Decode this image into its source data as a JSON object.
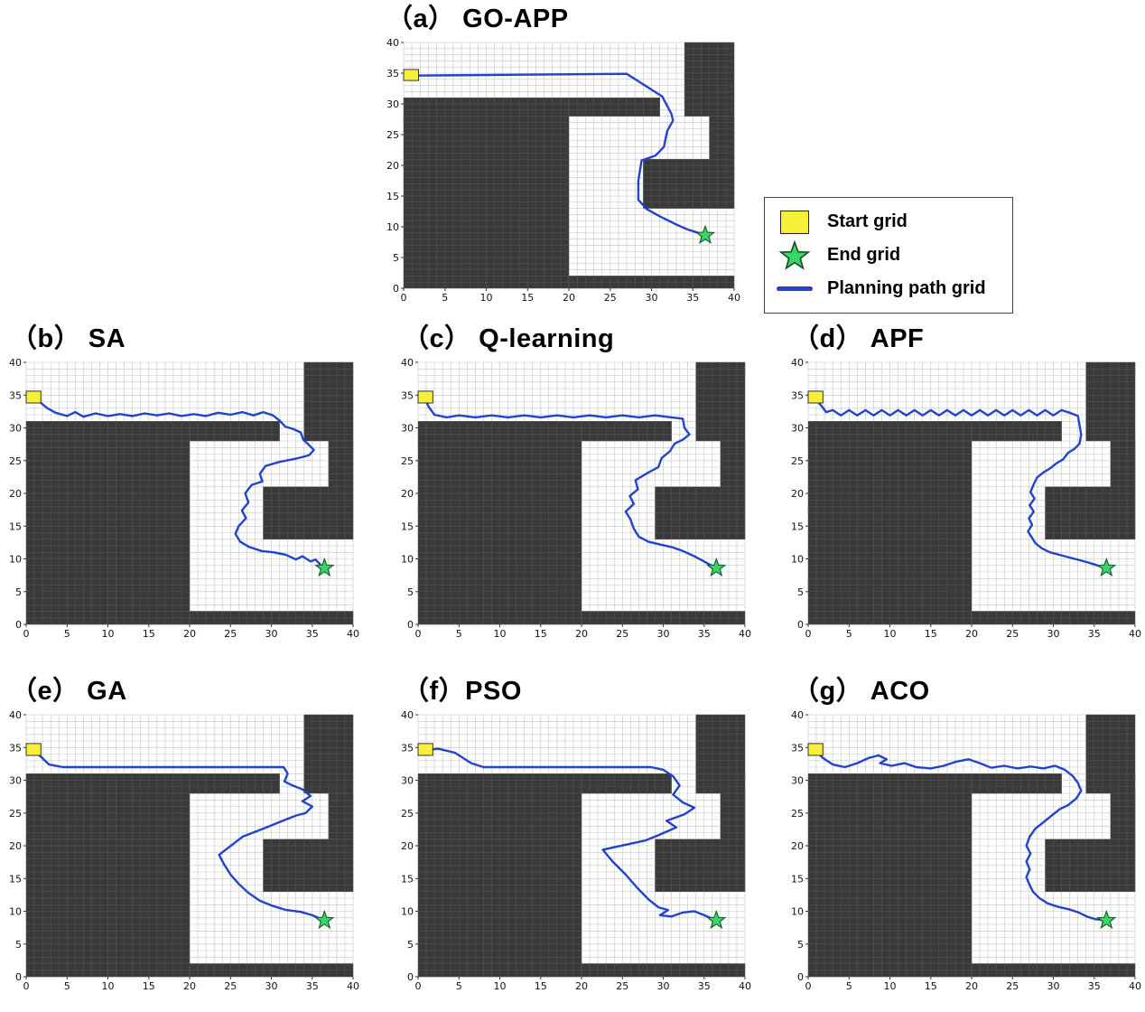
{
  "chart_data": {
    "type": "grid-map-path-planning",
    "description": "Comparison of planning paths of different algorithms on the same 40x40 grid map with obstacles",
    "shared_map": {
      "xlim": [
        0,
        40
      ],
      "ylim": [
        0,
        40
      ],
      "grid_step": 1,
      "ticks": [
        0,
        5,
        10,
        15,
        20,
        25,
        30,
        35,
        40
      ],
      "obstacles": [
        [
          0,
          0,
          20,
          31
        ],
        [
          20,
          28,
          11,
          3
        ],
        [
          34,
          28,
          6,
          12
        ],
        [
          37,
          21,
          3,
          7
        ],
        [
          29,
          13,
          11,
          8
        ],
        [
          20,
          0,
          20,
          2
        ]
      ],
      "start": [
        0.9,
        34.7
      ],
      "end": [
        36.5,
        8.6
      ]
    },
    "colors": {
      "obstacle": "#3a3a3a",
      "grid_light": "#c4c4c4",
      "grid_dark": "#5a5a5a",
      "path": "#2343cc",
      "start_fill": "#f7ef3a",
      "star_fill": "#3bd46a",
      "star_stroke": "#17612c",
      "tick_text": "#111111"
    },
    "legend": {
      "items": [
        {
          "symbol": "start-square",
          "label": "Start grid"
        },
        {
          "symbol": "end-star",
          "label": "End grid"
        },
        {
          "symbol": "path-line",
          "label": "Planning path grid"
        }
      ]
    },
    "subplots": [
      {
        "id": "a",
        "label": "（a） GO-APP",
        "path": [
          [
            0.8,
            34.6
          ],
          [
            27,
            34.9
          ],
          [
            31.3,
            31.2
          ],
          [
            32.4,
            28.4
          ],
          [
            32.6,
            27.3
          ],
          [
            31.9,
            25.6
          ],
          [
            31.5,
            23
          ],
          [
            30.5,
            21.6
          ],
          [
            28.8,
            20.8
          ],
          [
            28.4,
            17.5
          ],
          [
            28.4,
            14.4
          ],
          [
            29.4,
            12.9
          ],
          [
            31,
            11.7
          ],
          [
            32.8,
            10.5
          ],
          [
            34.3,
            9.6
          ],
          [
            36.4,
            8.7
          ]
        ]
      },
      {
        "id": "b",
        "label": "（b） SA",
        "path": [
          [
            0.8,
            34.6
          ],
          [
            1.6,
            34
          ],
          [
            2.6,
            33
          ],
          [
            3.6,
            32.3
          ],
          [
            5,
            31.8
          ],
          [
            6,
            32.4
          ],
          [
            7,
            31.7
          ],
          [
            8.5,
            32.2
          ],
          [
            10,
            31.8
          ],
          [
            11.5,
            32.1
          ],
          [
            13,
            31.8
          ],
          [
            14.5,
            32.2
          ],
          [
            16,
            31.9
          ],
          [
            17.5,
            32.2
          ],
          [
            19,
            31.8
          ],
          [
            20.5,
            32.1
          ],
          [
            22,
            31.8
          ],
          [
            23.5,
            32.3
          ],
          [
            25,
            32
          ],
          [
            26.5,
            32.4
          ],
          [
            27.8,
            31.9
          ],
          [
            29,
            32.4
          ],
          [
            30.2,
            31.9
          ],
          [
            31,
            31.1
          ],
          [
            31.7,
            30.2
          ],
          [
            32.7,
            29.8
          ],
          [
            33.6,
            29.3
          ],
          [
            33.9,
            28.2
          ],
          [
            34.6,
            27.4
          ],
          [
            35.2,
            26.6
          ],
          [
            34.6,
            25.8
          ],
          [
            33,
            25.3
          ],
          [
            31,
            24.8
          ],
          [
            29.3,
            24.2
          ],
          [
            28.6,
            23
          ],
          [
            28.9,
            21.8
          ],
          [
            27.6,
            21.3
          ],
          [
            26.8,
            20
          ],
          [
            27.2,
            18.6
          ],
          [
            26.4,
            17.4
          ],
          [
            26.9,
            16.2
          ],
          [
            26,
            15
          ],
          [
            25.6,
            13.8
          ],
          [
            26.2,
            12.6
          ],
          [
            27.3,
            11.8
          ],
          [
            28.8,
            11.2
          ],
          [
            30.3,
            11
          ],
          [
            31.8,
            10.6
          ],
          [
            33,
            9.9
          ],
          [
            33.8,
            10.4
          ],
          [
            34.8,
            9.6
          ],
          [
            35.4,
            9.9
          ],
          [
            36.3,
            8.7
          ]
        ]
      },
      {
        "id": "c",
        "label": "（c） Q-learning",
        "path": [
          [
            0.8,
            34.5
          ],
          [
            1.3,
            33.2
          ],
          [
            2,
            32
          ],
          [
            3.5,
            31.6
          ],
          [
            5,
            31.9
          ],
          [
            7,
            31.6
          ],
          [
            9,
            31.9
          ],
          [
            11,
            31.6
          ],
          [
            13,
            31.9
          ],
          [
            15,
            31.6
          ],
          [
            17,
            31.9
          ],
          [
            19,
            31.6
          ],
          [
            21,
            31.9
          ],
          [
            23,
            31.6
          ],
          [
            25,
            31.9
          ],
          [
            27,
            31.6
          ],
          [
            29,
            31.9
          ],
          [
            31,
            31.6
          ],
          [
            32.4,
            31.4
          ],
          [
            32.6,
            30
          ],
          [
            33.2,
            29
          ],
          [
            32.4,
            28.2
          ],
          [
            31.4,
            27.6
          ],
          [
            30.8,
            26.4
          ],
          [
            29.8,
            25.4
          ],
          [
            29.4,
            24
          ],
          [
            28.2,
            23.2
          ],
          [
            26.6,
            22
          ],
          [
            26.9,
            20.6
          ],
          [
            25.9,
            19.6
          ],
          [
            26.4,
            18.4
          ],
          [
            25.4,
            17.2
          ],
          [
            26,
            16
          ],
          [
            26.4,
            14.6
          ],
          [
            27,
            13.4
          ],
          [
            28.2,
            12.6
          ],
          [
            29.6,
            12.2
          ],
          [
            31,
            11.8
          ],
          [
            32.4,
            11.2
          ],
          [
            33.8,
            10.4
          ],
          [
            35,
            9.6
          ],
          [
            36.3,
            8.7
          ]
        ]
      },
      {
        "id": "d",
        "label": "（d） APF",
        "path": [
          [
            0.8,
            34.5
          ],
          [
            1.6,
            33.4
          ],
          [
            2.2,
            32.4
          ],
          [
            3,
            32.7
          ],
          [
            4,
            31.9
          ],
          [
            5,
            32.7
          ],
          [
            6,
            31.9
          ],
          [
            7,
            32.7
          ],
          [
            8,
            31.9
          ],
          [
            9,
            32.7
          ],
          [
            10,
            31.9
          ],
          [
            11,
            32.7
          ],
          [
            12,
            31.9
          ],
          [
            13,
            32.7
          ],
          [
            14,
            31.9
          ],
          [
            15,
            32.7
          ],
          [
            16,
            31.9
          ],
          [
            17,
            32.7
          ],
          [
            18,
            31.9
          ],
          [
            19,
            32.7
          ],
          [
            20,
            31.9
          ],
          [
            21,
            32.7
          ],
          [
            22,
            31.9
          ],
          [
            23,
            32.7
          ],
          [
            24,
            31.9
          ],
          [
            25,
            32.7
          ],
          [
            26,
            31.9
          ],
          [
            27,
            32.7
          ],
          [
            28,
            31.9
          ],
          [
            29,
            32.7
          ],
          [
            30,
            31.9
          ],
          [
            31,
            32.7
          ],
          [
            32,
            32.3
          ],
          [
            33,
            31.8
          ],
          [
            33.2,
            30.4
          ],
          [
            33.4,
            29
          ],
          [
            33.2,
            27.6
          ],
          [
            32.6,
            26.8
          ],
          [
            31.8,
            26.2
          ],
          [
            31.2,
            25.2
          ],
          [
            30.4,
            24.6
          ],
          [
            29.6,
            23.8
          ],
          [
            28.8,
            23.2
          ],
          [
            28,
            22.4
          ],
          [
            27.6,
            21.4
          ],
          [
            27.2,
            20.2
          ],
          [
            27.7,
            19.2
          ],
          [
            27.1,
            18.2
          ],
          [
            27.6,
            17.2
          ],
          [
            27,
            16.2
          ],
          [
            27.4,
            15.2
          ],
          [
            26.9,
            14.2
          ],
          [
            27.3,
            13.4
          ],
          [
            27.8,
            12.4
          ],
          [
            28.6,
            11.6
          ],
          [
            29.6,
            11
          ],
          [
            30.8,
            10.6
          ],
          [
            32,
            10.2
          ],
          [
            33.2,
            9.8
          ],
          [
            34.4,
            9.4
          ],
          [
            35.4,
            9
          ],
          [
            36.3,
            8.7
          ]
        ]
      },
      {
        "id": "e",
        "label": "（e） GA",
        "path": [
          [
            0.8,
            34.6
          ],
          [
            1.8,
            33.6
          ],
          [
            2.8,
            32.4
          ],
          [
            4.5,
            32
          ],
          [
            31.5,
            32
          ],
          [
            32,
            31
          ],
          [
            31.6,
            29.8
          ],
          [
            32.6,
            29.2
          ],
          [
            33.8,
            28.6
          ],
          [
            34.8,
            27.6
          ],
          [
            33.8,
            26.8
          ],
          [
            35,
            26
          ],
          [
            34.2,
            25
          ],
          [
            33,
            24.6
          ],
          [
            31.4,
            23.8
          ],
          [
            29,
            22.6
          ],
          [
            26.5,
            21.4
          ],
          [
            23.6,
            18.6
          ],
          [
            24.2,
            17.2
          ],
          [
            25,
            15.6
          ],
          [
            26,
            14.2
          ],
          [
            27.2,
            12.8
          ],
          [
            28.6,
            11.6
          ],
          [
            30.2,
            10.8
          ],
          [
            31.8,
            10.2
          ],
          [
            33.6,
            9.9
          ],
          [
            35,
            9.4
          ],
          [
            36.3,
            8.7
          ]
        ]
      },
      {
        "id": "f",
        "label": "（f）PSO",
        "path": [
          [
            0.8,
            34.6
          ],
          [
            2.5,
            34.8
          ],
          [
            4.5,
            34.2
          ],
          [
            6.5,
            32.6
          ],
          [
            8,
            32
          ],
          [
            28.5,
            32
          ],
          [
            30,
            31.6
          ],
          [
            31.2,
            30.6
          ],
          [
            32,
            29.2
          ],
          [
            31.2,
            27.8
          ],
          [
            32.4,
            26.6
          ],
          [
            33.8,
            25.8
          ],
          [
            32.6,
            24.8
          ],
          [
            30.4,
            23.8
          ],
          [
            31.6,
            22.8
          ],
          [
            29.4,
            21.6
          ],
          [
            27.8,
            20.8
          ],
          [
            22.6,
            19.4
          ],
          [
            23.8,
            17.6
          ],
          [
            25.4,
            15.6
          ],
          [
            26.8,
            13.6
          ],
          [
            28.2,
            11.8
          ],
          [
            29.4,
            10.6
          ],
          [
            30.6,
            10.2
          ],
          [
            29.6,
            9.4
          ],
          [
            31,
            9.2
          ],
          [
            32.4,
            9.8
          ],
          [
            33.8,
            10
          ],
          [
            35,
            9.4
          ],
          [
            36.3,
            8.7
          ]
        ]
      },
      {
        "id": "g",
        "label": "（g） ACO",
        "path": [
          [
            0.8,
            34.6
          ],
          [
            1.8,
            33.4
          ],
          [
            3,
            32.4
          ],
          [
            4.5,
            32
          ],
          [
            6,
            32.6
          ],
          [
            7.4,
            33.4
          ],
          [
            8.6,
            33.8
          ],
          [
            9.6,
            33.2
          ],
          [
            8.8,
            32.6
          ],
          [
            10.2,
            32.2
          ],
          [
            11.8,
            32.6
          ],
          [
            13.2,
            32
          ],
          [
            15,
            31.8
          ],
          [
            16.6,
            32.2
          ],
          [
            18,
            32.8
          ],
          [
            19.6,
            33.2
          ],
          [
            21,
            32.6
          ],
          [
            22.4,
            31.9
          ],
          [
            24,
            32.2
          ],
          [
            25.6,
            31.8
          ],
          [
            27.2,
            32.1
          ],
          [
            28.8,
            31.8
          ],
          [
            30.2,
            32.2
          ],
          [
            31.4,
            31.6
          ],
          [
            32.4,
            30.6
          ],
          [
            33,
            29.6
          ],
          [
            33.4,
            28.4
          ],
          [
            32.8,
            27.2
          ],
          [
            31.8,
            26.2
          ],
          [
            30.8,
            25.6
          ],
          [
            29.8,
            24.6
          ],
          [
            28.8,
            23.6
          ],
          [
            27.8,
            22.6
          ],
          [
            27.1,
            21.4
          ],
          [
            26.7,
            20
          ],
          [
            27.2,
            18.8
          ],
          [
            26.7,
            17.6
          ],
          [
            27.1,
            16.4
          ],
          [
            26.7,
            15.2
          ],
          [
            27.1,
            14
          ],
          [
            27.5,
            13
          ],
          [
            28.3,
            12
          ],
          [
            29.3,
            11.2
          ],
          [
            30.5,
            10.7
          ],
          [
            31.9,
            10.3
          ],
          [
            33.1,
            9.8
          ],
          [
            34.1,
            9.2
          ],
          [
            35.1,
            8.8
          ],
          [
            36.3,
            8.6
          ]
        ]
      }
    ]
  }
}
